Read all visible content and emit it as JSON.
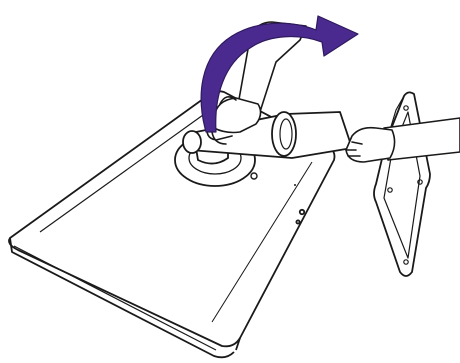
{
  "colors": {
    "line": "#1a1a1a",
    "paper": "#ffffff",
    "arrow": "#4b2a8f",
    "arrow_edge": "#2e1a5e"
  },
  "illustration": {
    "icons": [
      "monitor-panel",
      "stand-base",
      "stand-arm",
      "hand",
      "rotate-arrow"
    ]
  }
}
